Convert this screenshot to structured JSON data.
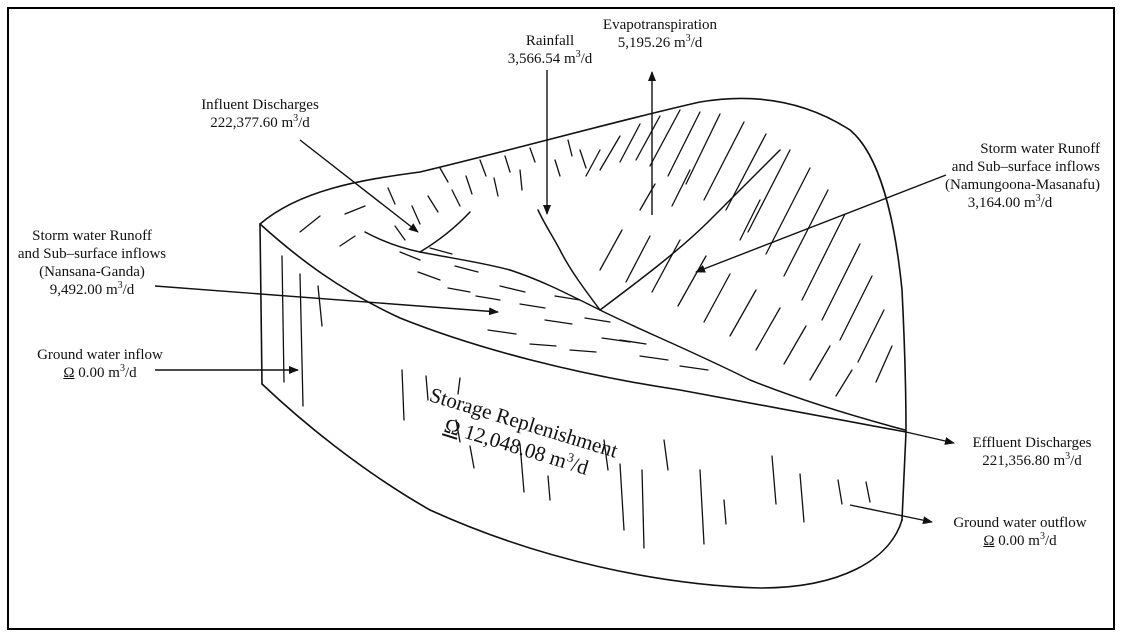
{
  "labels": {
    "rainfall": {
      "name": "Rainfall",
      "value": "3,566.54 m",
      "unit": "/d"
    },
    "evapotranspiration": {
      "name": "Evapotranspiration",
      "value": "5,195.26 m",
      "unit": "/d"
    },
    "influent": {
      "name": "Influent Discharges",
      "value": "222,377.60 m",
      "unit": "/d"
    },
    "storm_namungoona": {
      "line1": "Storm water Runoff",
      "line2": "and Sub–surface inflows",
      "line3": "(Namungoona-Masanafu)",
      "value": "3,164.00 m",
      "unit": "/d"
    },
    "storm_nansana": {
      "line1": "Storm water Runoff",
      "line2": "and Sub–surface inflows",
      "line3": "(Nansana-Ganda)",
      "value": "9,492.00 m",
      "unit": "/d"
    },
    "gw_inflow": {
      "name": "Ground water inflow",
      "symbol": "Ω",
      "value": "0.00 m",
      "unit": "/d"
    },
    "storage": {
      "name": "Storage Replenishment",
      "symbol": "Ω",
      "value": "12,048.08 m",
      "unit": "/d"
    },
    "effluent": {
      "name": "Effluent Discharges",
      "value": "221,356.80 m",
      "unit": "/d"
    },
    "gw_outflow": {
      "name": "Ground water outflow",
      "symbol": "Ω",
      "value": "0.00 m",
      "unit": "/d"
    },
    "cube_exponent": "3"
  }
}
